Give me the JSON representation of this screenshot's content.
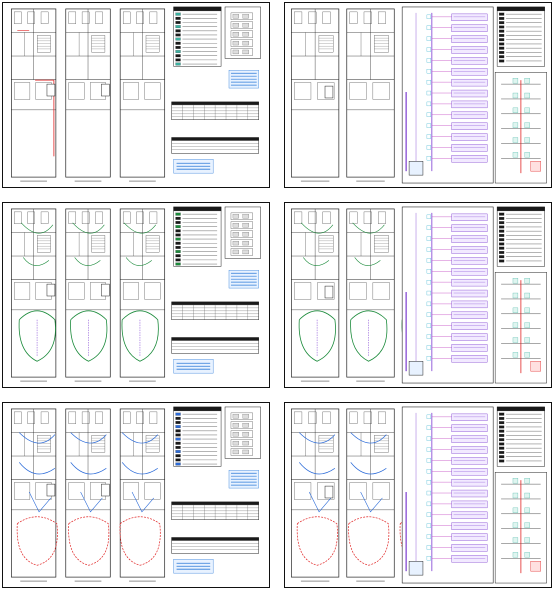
{
  "sheets": [
    {
      "id": "tl",
      "kind": "plans-legend",
      "variant": "base"
    },
    {
      "id": "tr",
      "kind": "plans-riser",
      "variant": "base"
    },
    {
      "id": "ml",
      "kind": "plans-legend",
      "variant": "green"
    },
    {
      "id": "mr",
      "kind": "plans-riser",
      "variant": "green"
    },
    {
      "id": "bl",
      "kind": "plans-legend",
      "variant": "blue"
    },
    {
      "id": "br",
      "kind": "plans-riser",
      "variant": "blue"
    }
  ],
  "colors": {
    "line": "#222222",
    "red": "#e02020",
    "green": "#1a8a3a",
    "blue": "#2a6ad8",
    "purple": "#7a3ad0",
    "magenta": "#c040c0",
    "cyan": "#20a8c8",
    "teal": "#3ab0a0",
    "legend_dark": "#1a1a1a",
    "legend_blue": "#2a7ad8"
  }
}
